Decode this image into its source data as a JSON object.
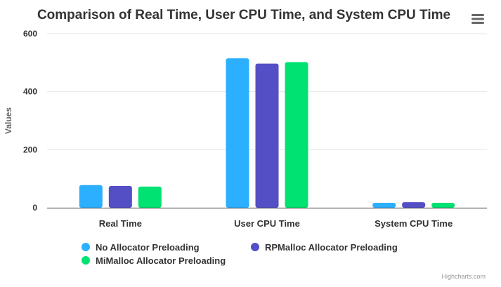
{
  "chart_data": {
    "type": "bar",
    "title": "Comparison of Real Time, User CPU Time, and System CPU Time",
    "xlabel": "",
    "ylabel": "Values",
    "categories": [
      "Real Time",
      "User CPU Time",
      "System CPU Time"
    ],
    "ylim": [
      0,
      600
    ],
    "yticks": [
      "0",
      "200",
      "400",
      "600"
    ],
    "grid": true,
    "legend_placement": "bottom",
    "series": [
      {
        "name": "No Allocator Preloading",
        "color": "#2caffe",
        "values": [
          78,
          515,
          17
        ]
      },
      {
        "name": "RPMalloc Allocator Preloading",
        "color": "#544fc5",
        "values": [
          75,
          497,
          19
        ]
      },
      {
        "name": "MiMalloc Allocator Preloading",
        "color": "#00e272",
        "values": [
          73,
          502,
          17
        ]
      }
    ]
  },
  "menu_icon": "hamburger-menu-icon",
  "credits": "Highcharts.com"
}
